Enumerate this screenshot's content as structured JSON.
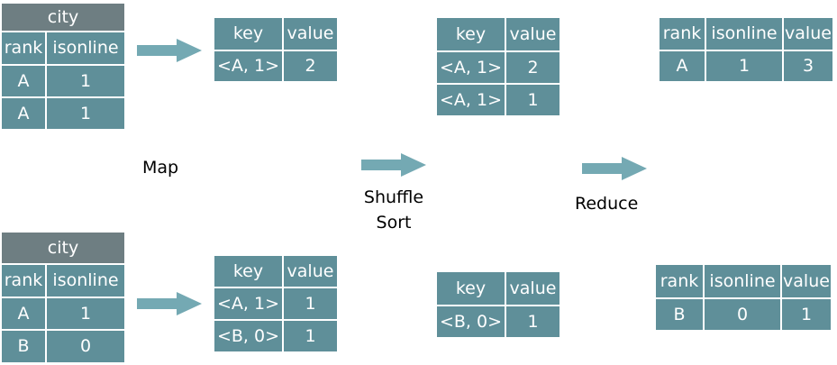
{
  "colors": {
    "cell": "#5f8f99",
    "header": "#6e7e82",
    "arrow": "#74a9b3"
  },
  "inputs": [
    {
      "title": "city",
      "columns": [
        "rank",
        "isonline"
      ],
      "rows": [
        [
          "A",
          "1"
        ],
        [
          "A",
          "1"
        ]
      ]
    },
    {
      "title": "city",
      "columns": [
        "rank",
        "isonline"
      ],
      "rows": [
        [
          "A",
          "1"
        ],
        [
          "B",
          "0"
        ]
      ]
    }
  ],
  "map_outputs": [
    {
      "columns": [
        "key",
        "value"
      ],
      "rows": [
        [
          "<A, 1>",
          "2"
        ]
      ]
    },
    {
      "columns": [
        "key",
        "value"
      ],
      "rows": [
        [
          "<A, 1>",
          "1"
        ],
        [
          "<B, 0>",
          "1"
        ]
      ]
    }
  ],
  "shuffle_outputs": [
    {
      "columns": [
        "key",
        "value"
      ],
      "rows": [
        [
          "<A, 1>",
          "2"
        ],
        [
          "<A, 1>",
          "1"
        ]
      ]
    },
    {
      "columns": [
        "key",
        "value"
      ],
      "rows": [
        [
          "<B, 0>",
          "1"
        ]
      ]
    }
  ],
  "reduce_outputs": [
    {
      "columns": [
        "rank",
        "isonline",
        "value"
      ],
      "rows": [
        [
          "A",
          "1",
          "3"
        ]
      ]
    },
    {
      "columns": [
        "rank",
        "isonline",
        "value"
      ],
      "rows": [
        [
          "B",
          "0",
          "1"
        ]
      ]
    }
  ],
  "labels": {
    "map": "Map",
    "shuffle": "Shuffle",
    "sort": "Sort",
    "reduce": "Reduce"
  }
}
